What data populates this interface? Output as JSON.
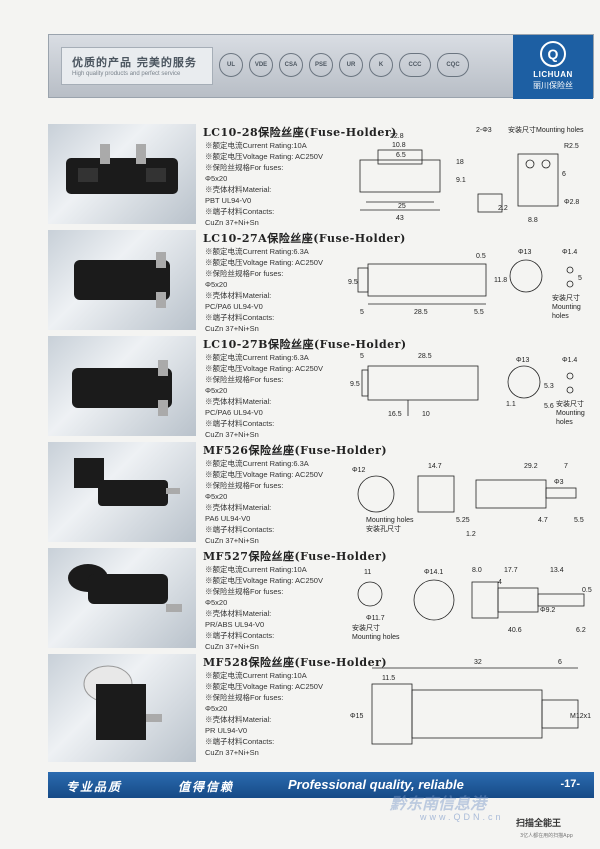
{
  "header": {
    "tagline_cn": "优质的产品 完美的服务",
    "tagline_en": "High quality products and perfect service",
    "certs": [
      "UL",
      "VDE",
      "CSA",
      "PSE",
      "UR",
      "K",
      "CCC",
      "CQC"
    ],
    "brand_logo": "Q",
    "brand_name": "LICHUAN",
    "brand_cn": "丽川保险丝"
  },
  "products": [
    {
      "title": "LC10-28保险丝座(Fuse-Holder)",
      "specs": [
        "※额定电流Current Rating:10A",
        "※额定电压Voltage Rating: AC250V",
        "※保险丝规格For fuses:",
        "Φ5x20",
        "※壳体材料Material:",
        "PBT UL94-V0",
        "※端子材料Contacts:",
        "CuZn 37+Ni+Sn"
      ],
      "dims": [
        "22.8",
        "10.8",
        "6.5",
        "18",
        "9.1",
        "25",
        "43",
        "2.2",
        "R2.5",
        "6",
        "8.8",
        "Φ2.8",
        "2-Φ3",
        "安装尺寸Mounting holes"
      ]
    },
    {
      "title": "LC10-27A保险丝座(Fuse-Holder)",
      "specs": [
        "※额定电流Current Rating:6.3A",
        "※额定电压Voltage Rating: AC250V",
        "※保险丝规格For fuses:",
        "Φ5x20",
        "※壳体材料Material:",
        "PC/PA6 UL94-V0",
        "※端子材料Contacts:",
        "CuZn 37+Ni+Sn"
      ],
      "dims": [
        "0.5",
        "9.5",
        "5",
        "28.5",
        "5.5",
        "11.8",
        "Φ13",
        "Φ1.4",
        "5",
        "安装尺寸",
        "Mounting",
        "holes"
      ]
    },
    {
      "title": "LC10-27B保险丝座(Fuse-Holder)",
      "specs": [
        "※额定电流Current Rating:6.3A",
        "※额定电压Voltage Rating: AC250V",
        "※保险丝规格For fuses:",
        "Φ5x20",
        "※壳体材料Material:",
        "PC/PA6 UL94-V0",
        "※端子材料Contacts:",
        "CuZn 37+Ni+Sn"
      ],
      "dims": [
        "5",
        "28.5",
        "9.5",
        "16.5",
        "10",
        "Φ13",
        "5.3",
        "1.1",
        "5.6",
        "Φ1.4",
        "安装尺寸",
        "Mounting",
        "holes"
      ]
    },
    {
      "title": "MF526保险丝座(Fuse-Holder)",
      "specs": [
        "※额定电流Current Rating:6.3A",
        "※额定电压Voltage Rating: AC250V",
        "※保险丝规格For fuses:",
        "Φ5x20",
        "※壳体材料Material:",
        "PA6 UL94-V0",
        "※端子材料Contacts:",
        "CuZn 37+Ni+Sn"
      ],
      "dims": [
        "Φ12",
        "14.7",
        "Mounting holes",
        "安装孔尺寸",
        "5.25",
        "1.2",
        "29.2",
        "7",
        "Φ3",
        "4.7",
        "5.5"
      ]
    },
    {
      "title": "MF527保险丝座(Fuse-Holder)",
      "specs": [
        "※额定电流Current Rating:10A",
        "※额定电压Voltage Rating: AC250V",
        "※保险丝规格For fuses:",
        "Φ5x20",
        "※壳体材料Material:",
        "PR/ABS UL94-V0",
        "※端子材料Contacts:",
        "CuZn 37+Ni+Sn"
      ],
      "dims": [
        "11",
        "Φ14.1",
        "Φ11.7",
        "安装尺寸",
        "Mounting holes",
        "8.0",
        "17.7",
        "13.4",
        "4",
        "Φ9.2",
        "40.6",
        "6.2",
        "0.5"
      ]
    },
    {
      "title": "MF528保险丝座(Fuse-Holder)",
      "specs": [
        "※额定电流Current Rating:10A",
        "※额定电压Voltage Rating: AC250V",
        "※保险丝规格For fuses:",
        "Φ5x20",
        "※壳体材料Material:",
        "PR UL94-V0",
        "※端子材料Contacts:",
        "CuZn 37+Ni+Sn"
      ],
      "dims": [
        "32",
        "6",
        "11.5",
        "Φ15",
        "M12x1"
      ]
    }
  ],
  "footer": {
    "slogan_1": "专业品质",
    "slogan_2": "值得信赖",
    "slogan_en": "Professional quality, reliable",
    "page_number": "-17-"
  },
  "overlay": {
    "watermark": "黔东南信息港",
    "watermark_url": "www.QDN.cn",
    "app_name": "扫描全能王",
    "app_sub": "3亿人都在用的扫描App"
  },
  "colors": {
    "brand_blue": "#1d5fa3",
    "footer_blue": "#2b6bb0"
  }
}
